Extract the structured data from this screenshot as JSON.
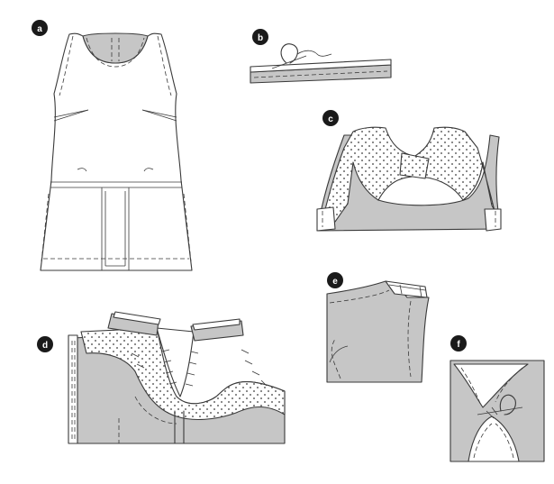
{
  "figures": [
    {
      "id": "a",
      "label": "a"
    },
    {
      "id": "b",
      "label": "b"
    },
    {
      "id": "c",
      "label": "c"
    },
    {
      "id": "d",
      "label": "d"
    },
    {
      "id": "e",
      "label": "e"
    },
    {
      "id": "f",
      "label": "f"
    }
  ],
  "colors": {
    "fabric_right_side": "#c6c6c6",
    "fabric_wrong_side": "#ffffff",
    "interfacing_dots": "#3a3a3a",
    "outline": "#3a3a3a",
    "badge": "#1a1a1a"
  }
}
